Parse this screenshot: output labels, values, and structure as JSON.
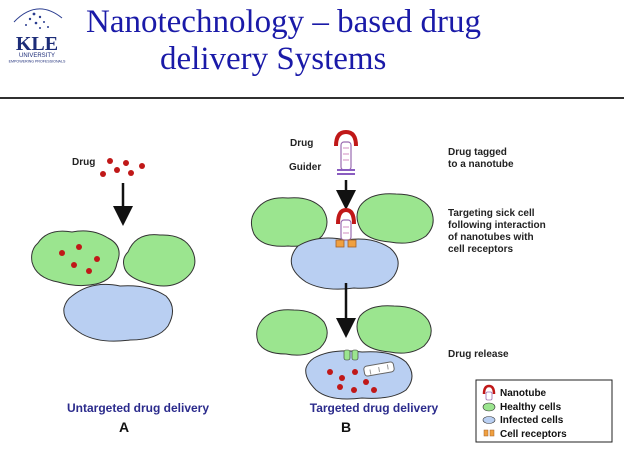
{
  "slide": {
    "title_line1": "Nanotechnology – based drug",
    "title_line2": "delivery Systems"
  },
  "logo": {
    "text": "KLE",
    "subtext": "UNIVERSITY",
    "tagline": "EMPOWERING PROFESSIONALS"
  },
  "panel_a": {
    "drug_label": "Drug",
    "caption": "Untargeted drug delivery",
    "letter": "A"
  },
  "panel_b": {
    "drug_label": "Drug",
    "guider_label": "Guider",
    "step1": [
      "Drug tagged",
      "to a nanotube"
    ],
    "step2": [
      "Targeting sick cell",
      "following interaction",
      "of nanotubes with",
      "cell receptors"
    ],
    "step3": "Drug release",
    "caption": "Targeted drug delivery",
    "letter": "B"
  },
  "legend": {
    "items": [
      "Nanotube",
      "Healthy cells",
      "Infected cells",
      "Cell receptors"
    ]
  },
  "colors": {
    "title": "#1a1aa8",
    "healthy_cell": "#9be58f",
    "infected_cell": "#b9cff2",
    "drug": "#c01818",
    "receptor": "#f0a040",
    "caption": "#2b2b8c"
  }
}
